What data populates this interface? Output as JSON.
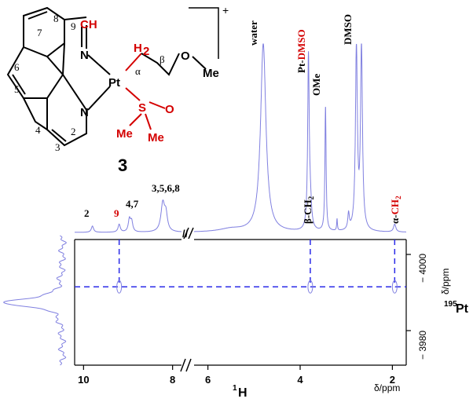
{
  "chart_data": {
    "type": "2D NMR (1H-195Pt HMQC)",
    "x_axis": {
      "nucleus": "1H",
      "unit_label": "δ/ppm",
      "ticks": [
        "10",
        "8",
        "6",
        "4",
        "2"
      ],
      "range_segments": [
        [
          10.2,
          7.8
        ],
        [
          6.3,
          1.7
        ]
      ],
      "break_marker": "//"
    },
    "y_axis": {
      "nucleus": "195Pt",
      "unit_label": "δ/ppm",
      "ticks": [
        "− 4000",
        "− 3980"
      ]
    },
    "projection_1h_peak_labels": [
      {
        "text": "2",
        "ppm": 9.8,
        "color": "#000000"
      },
      {
        "text": "9",
        "ppm": 9.2,
        "color": "#d40000"
      },
      {
        "text": "4,7",
        "ppm": 8.95,
        "color": "#000000"
      },
      {
        "text": "3,5,6,8",
        "ppm": 8.2,
        "color": "#000000"
      },
      {
        "text": "water",
        "ppm": 4.8,
        "color": "#000000"
      },
      {
        "text_black": "Pt-",
        "text_red": "DMSO",
        "ppm": 3.8
      },
      {
        "text": "OMe",
        "ppm": 3.45,
        "color": "#000000"
      },
      {
        "text": "DMSO",
        "ppm": 2.75,
        "color": "#000000"
      },
      {
        "text_black": "β-CH",
        "subscript": "2",
        "ppm": 3.8
      },
      {
        "text_black": "α-",
        "text_red": "CH",
        "subscript_red": "2",
        "ppm": 2.0
      }
    ],
    "cross_peaks": [
      {
        "h_ppm": 9.2,
        "pt_ppm": -3991.5
      },
      {
        "h_ppm": 3.78,
        "pt_ppm": -3991.5
      },
      {
        "h_ppm": 1.95,
        "pt_ppm": -3991.5
      }
    ]
  },
  "structure": {
    "compound_number": "3",
    "charge": "+",
    "atoms": {
      "ch": "CH",
      "n1": "N",
      "n2": "N",
      "pt": "Pt",
      "h2": "H",
      "h2_sub": "2",
      "o_ether": "O",
      "me_ether": "Me",
      "s": "S",
      "o_sulfoxide": "O",
      "me1": "Me",
      "me2": "Me",
      "alpha": "α",
      "beta": "β"
    },
    "positions": [
      "9",
      "8",
      "7",
      "6",
      "5",
      "4",
      "3",
      "2"
    ]
  },
  "colors": {
    "spectrum": "#8080e0",
    "crosspeak": "#2a2ae8",
    "red": "#d40000",
    "axis": "#000000"
  }
}
